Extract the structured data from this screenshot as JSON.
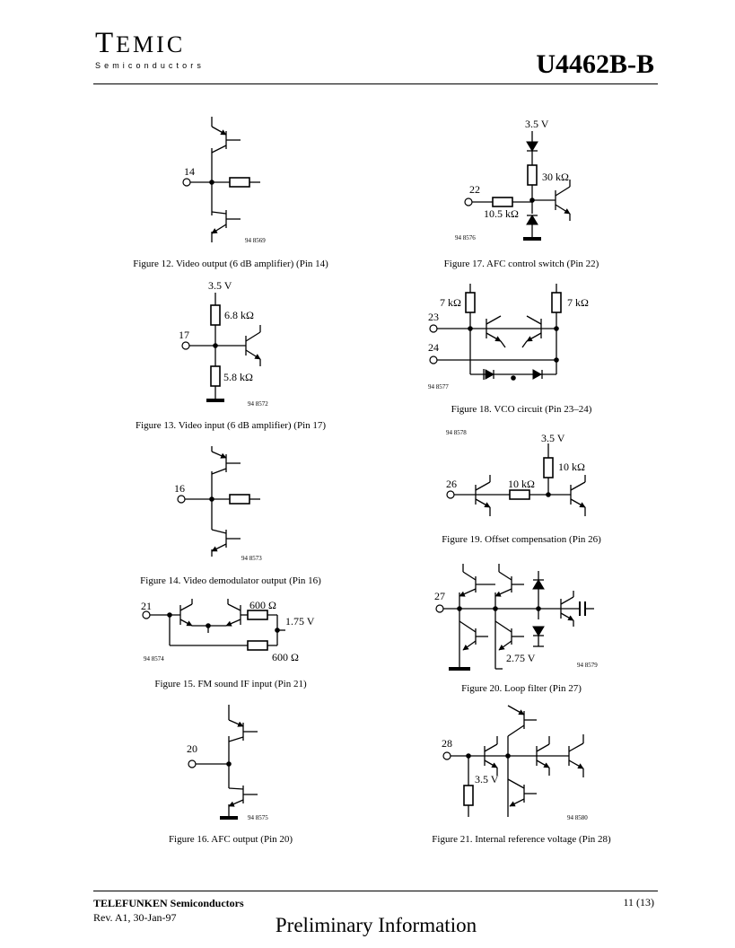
{
  "header": {
    "logo_first": "T",
    "logo_rest": "EMIC",
    "logo_sub": "Semiconductors",
    "part_number": "U4462B-B"
  },
  "figures": [
    {
      "caption": "Figure 12.  Video output (6 dB amplifier) (Pin 14)",
      "code": "94 8569",
      "pin": "14"
    },
    {
      "caption": "Figure 13.  Video input (6 dB amplifier) (Pin 17)",
      "code": "94 8572",
      "pin": "17",
      "supply": "3.5 V",
      "r_top": "6.8 kΩ",
      "r_bottom": "5.8 kΩ"
    },
    {
      "caption": "Figure 14.  Video demodulator output (Pin 16)",
      "code": "94 8573",
      "pin": "16"
    },
    {
      "caption": "Figure 15.  FM sound IF input (Pin 21)",
      "code": "94 8574",
      "pin": "21",
      "r_top": "600 Ω",
      "r_bottom": "600 Ω",
      "bias": "1.75 V"
    },
    {
      "caption": "Figure 16.  AFC output (Pin 20)",
      "code": "94 8575",
      "pin": "20"
    },
    {
      "caption": "Figure 17.  AFC control switch (Pin 22)",
      "code": "94 8576",
      "pin": "22",
      "supply": "3.5 V",
      "r_vertical": "30 kΩ",
      "r_horizontal": "10.5 kΩ"
    },
    {
      "caption": "Figure 18.  VCO circuit (Pin 23–24)",
      "code": "94 8577",
      "pin_a": "23",
      "pin_b": "24",
      "r_left": "7 kΩ",
      "r_right": "7 kΩ"
    },
    {
      "caption": "Figure 19.  Offset compensation (Pin 26)",
      "code": "94 8578",
      "pin": "26",
      "supply": "3.5 V",
      "r_vertical": "10 kΩ",
      "r_horizontal": "10 kΩ"
    },
    {
      "caption": "Figure 20.  Loop filter (Pin 27)",
      "code": "94 8579",
      "pin": "27",
      "bias": "2.75 V"
    },
    {
      "caption": "Figure 21.  Internal reference voltage (Pin 28)",
      "code": "94 8580",
      "pin": "28",
      "bias": "3.5 V"
    }
  ],
  "footer": {
    "company": "TELEFUNKEN Semiconductors",
    "revision": "Rev. A1, 30-Jan-97",
    "page": "11 (13)",
    "notice": "Preliminary Information"
  }
}
